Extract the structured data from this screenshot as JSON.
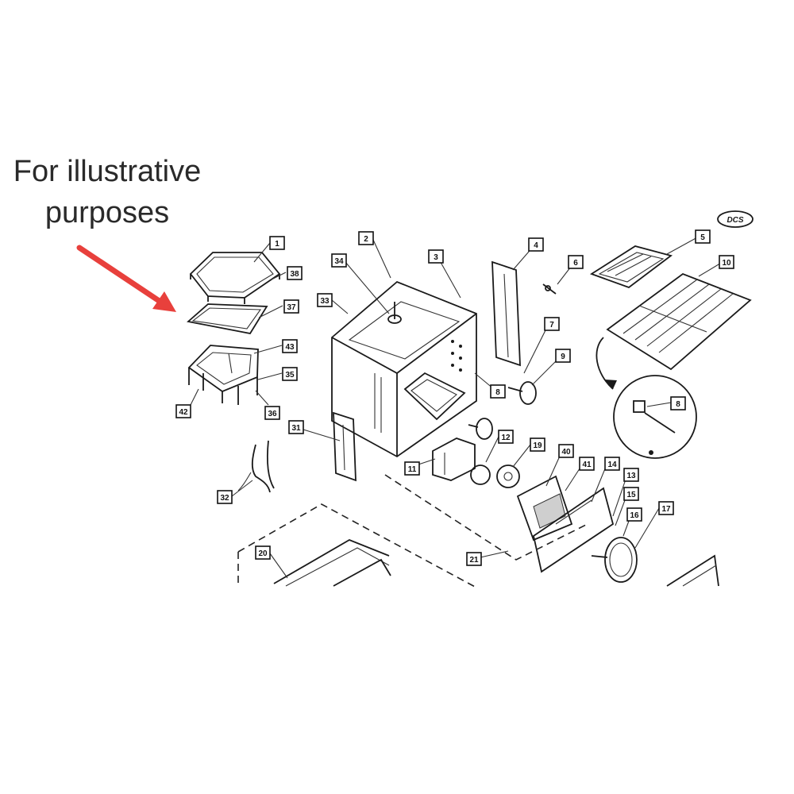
{
  "caption": {
    "line1": "For illustrative",
    "line2": "purposes"
  },
  "colors": {
    "arrow": "#e8403c",
    "ink": "#1a1a1a"
  },
  "logo_text": "DCS",
  "callouts": [
    {
      "id": "c1",
      "label": "1"
    },
    {
      "id": "c38",
      "label": "38"
    },
    {
      "id": "c37",
      "label": "37"
    },
    {
      "id": "c43",
      "label": "43"
    },
    {
      "id": "c35",
      "label": "35"
    },
    {
      "id": "c42",
      "label": "42"
    },
    {
      "id": "c36",
      "label": "36"
    },
    {
      "id": "c2",
      "label": "2"
    },
    {
      "id": "c34",
      "label": "34"
    },
    {
      "id": "c33",
      "label": "33"
    },
    {
      "id": "c3",
      "label": "3"
    },
    {
      "id": "c4",
      "label": "4"
    },
    {
      "id": "c6",
      "label": "6"
    },
    {
      "id": "c5",
      "label": "5"
    },
    {
      "id": "c10",
      "label": "10"
    },
    {
      "id": "c7",
      "label": "7"
    },
    {
      "id": "c9",
      "label": "9"
    },
    {
      "id": "c8a",
      "label": "8"
    },
    {
      "id": "c8b",
      "label": "8"
    },
    {
      "id": "c31",
      "label": "31"
    },
    {
      "id": "c11",
      "label": "11"
    },
    {
      "id": "c12",
      "label": "12"
    },
    {
      "id": "c13",
      "label": "13"
    },
    {
      "id": "c19",
      "label": "19"
    },
    {
      "id": "c40",
      "label": "40"
    },
    {
      "id": "c41",
      "label": "41"
    },
    {
      "id": "c14",
      "label": "14"
    },
    {
      "id": "c15",
      "label": "15"
    },
    {
      "id": "c16",
      "label": "16"
    },
    {
      "id": "c17",
      "label": "17"
    },
    {
      "id": "c32",
      "label": "32"
    },
    {
      "id": "c20",
      "label": "20"
    },
    {
      "id": "c21",
      "label": "21"
    }
  ]
}
